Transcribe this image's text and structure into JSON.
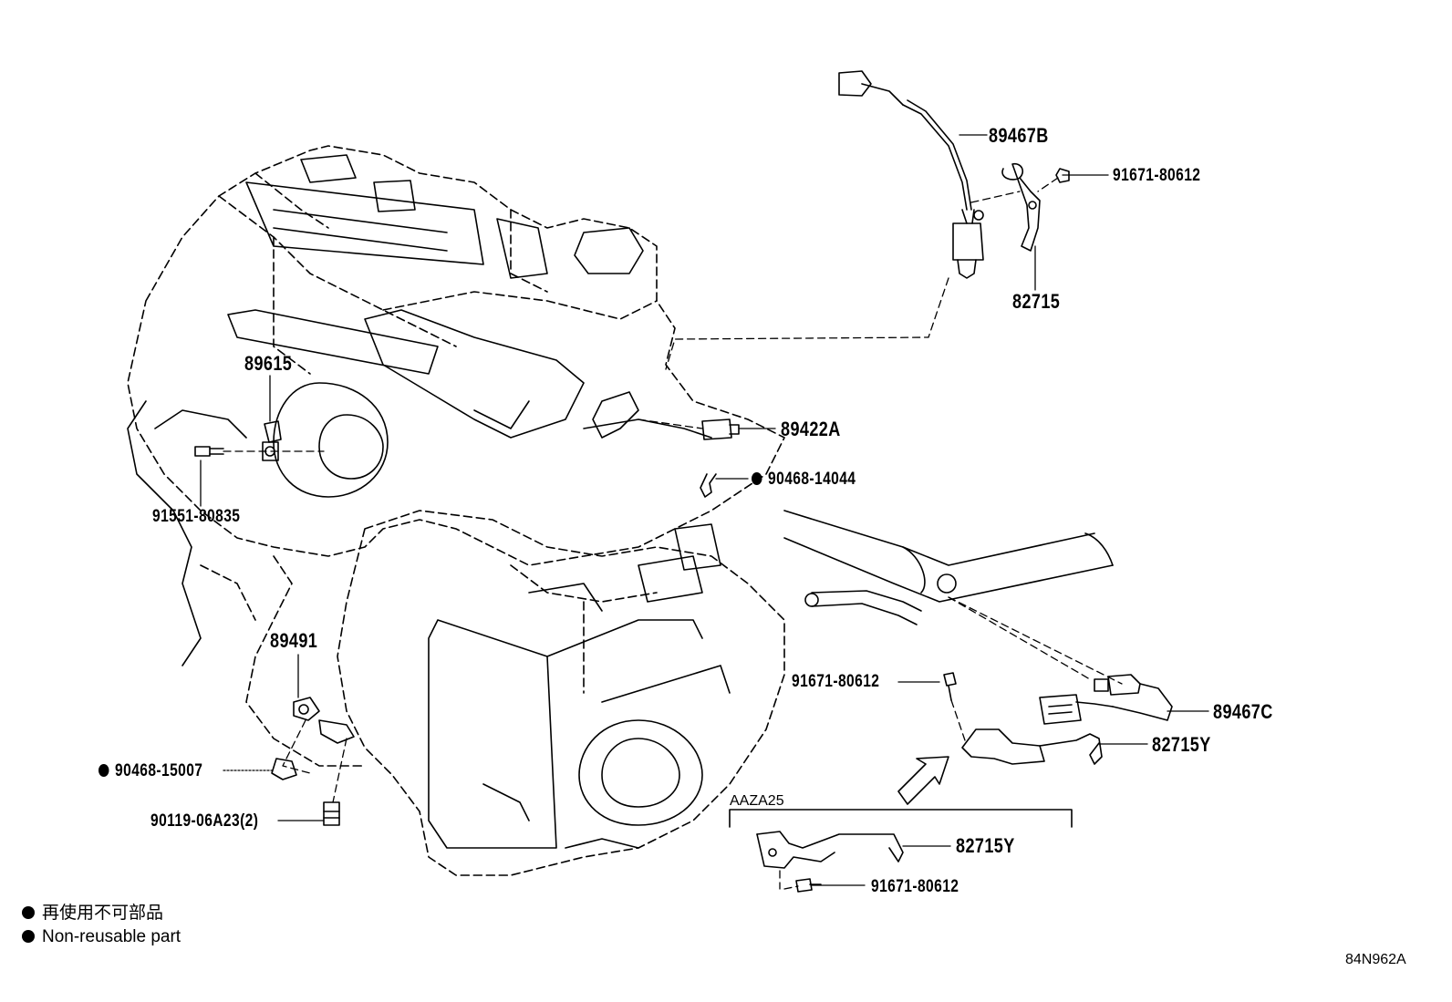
{
  "labels": {
    "p89467B": "89467B",
    "p91671_top": "91671-80612",
    "p82715": "82715",
    "p89615": "89615",
    "p89422A": "89422A",
    "p90468_14044": "90468-14044",
    "p91551": "91551-80835",
    "p89491": "89491",
    "p91671_mid": "91671-80612",
    "p89467C": "89467C",
    "p82715Y_a": "82715Y",
    "p90468_15007": "90468-15007",
    "p90119": "90119-06A23(2)",
    "variant": "AAZA25",
    "p82715Y_b": "82715Y",
    "p91671_bot": "91671-80612"
  },
  "legend": {
    "line1": "再使用不可部品",
    "line2": "Non-reusable part"
  },
  "diagram_code": "84N962A",
  "colors": {
    "ink": "#000000",
    "paper": "#ffffff"
  }
}
